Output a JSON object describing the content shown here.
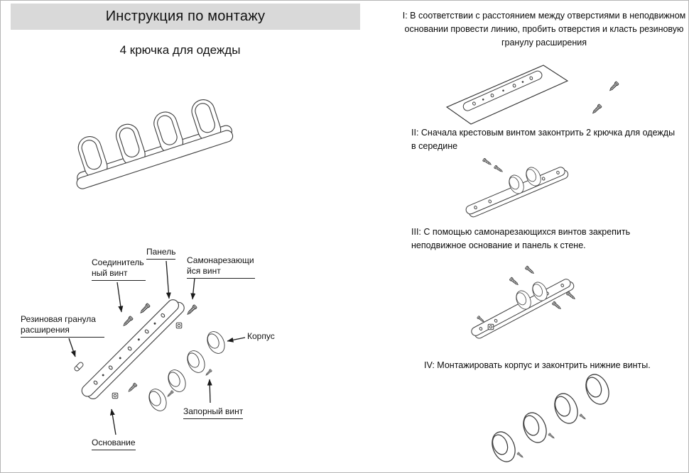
{
  "document": {
    "title": "Инструкция по монтажу",
    "subtitle": "4 крючка для одежды"
  },
  "part_labels": {
    "panel": "Панель",
    "connecting_screw": "Соединительный винт",
    "self_tapping_screw": "Самонарезающийся винт",
    "rubber_granule": "Резиновая гранула расширения",
    "body": "Корпус",
    "locking_screw": "Запорный винт",
    "base": "Основание"
  },
  "steps": [
    {
      "text": "I: В соответствии с расстоянием между отверстиями в неподвижном основании провести линию, пробить отверстия и класть резиновую гранулу расширения"
    },
    {
      "text": "II: Сначала крестовым винтом законтрить 2 крючка для одежды в середине"
    },
    {
      "text": "III: С помощью самонарезающихся винтов закрепить неподвижное основание и панель к стене."
    },
    {
      "text": "IV: Монтажировать корпус и законтрить нижние винты."
    }
  ],
  "colors": {
    "header_background": "#d9d9d9",
    "line_color": "#3d3d3d",
    "text_color": "#111111"
  }
}
